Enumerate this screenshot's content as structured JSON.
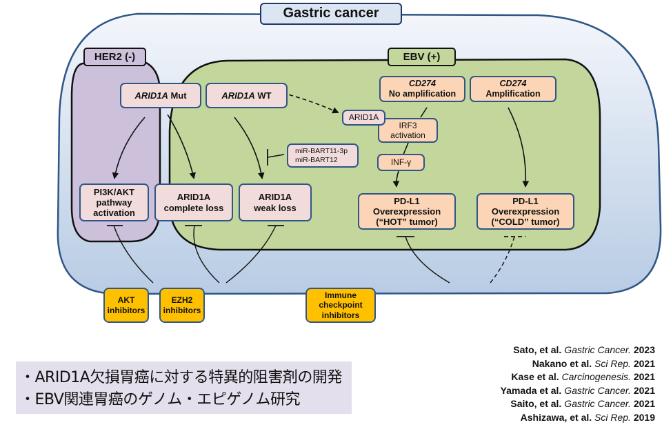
{
  "title": "Gastric cancer",
  "groups": {
    "her2": "HER2 (-)",
    "ebv": "EBV (+)"
  },
  "nodes": {
    "arid1a_mut": {
      "gene": "ARID1A",
      "suffix": " Mut"
    },
    "arid1a_wt": {
      "gene": "ARID1A",
      "suffix": " WT"
    },
    "pi3k": [
      "PI3K/AKT",
      "pathway",
      "activation"
    ],
    "complete_loss": [
      "ARID1A",
      "complete loss"
    ],
    "weak_loss": [
      "ARID1A",
      "weak loss"
    ],
    "mirna": [
      "miR-BART11-3p",
      "miR-BART12"
    ],
    "cd274_no_amp": {
      "gene": "CD274",
      "label": "No amplification"
    },
    "cd274_amp": {
      "gene": "CD274",
      "label": "Amplification"
    },
    "arid1a_small": "ARID1A",
    "irf3": [
      "IRF3",
      "activation"
    ],
    "inf": "INF-γ",
    "pdl1_hot": [
      "PD-L1",
      "Overexpression",
      "(“HOT” tumor)"
    ],
    "pdl1_cold": [
      "PD-L1",
      "Overexpression",
      "(“COLD” tumor)"
    ]
  },
  "inhibitors": {
    "akt": [
      "AKT",
      "inhibitors"
    ],
    "ezh2": [
      "EZH2",
      "inhibitors"
    ],
    "immune": [
      "Immune checkpoint",
      "inhibitors"
    ]
  },
  "summary": [
    "・ARID1A欠損胃癌に対する特異的阻害剤の開発",
    "・EBV関連胃癌のゲノム・エピゲノム研究"
  ],
  "references": [
    {
      "authors": "Sato, et al. ",
      "journal": "Gastric Cancer.",
      "year": " 2023"
    },
    {
      "authors": "Nakano et al. ",
      "journal": "Sci Rep.",
      "year": " 2021"
    },
    {
      "authors": "Kase et al. ",
      "journal": "Carcinogenesis.",
      "year": " 2021"
    },
    {
      "authors": "Yamada et al. ",
      "journal": "Gastric Cancer.",
      "year": " 2021"
    },
    {
      "authors": "Saito, et al. ",
      "journal": "Gastric Cancer.",
      "year": " 2021"
    },
    {
      "authors": "Ashizawa, et al. ",
      "journal": "Sci Rep.",
      "year": " 2019"
    }
  ],
  "colors": {
    "outer_fill": "#dce6f2",
    "outer_border": "#2f5686",
    "her2_fill": "#ccc0da",
    "ebv_fill": "#c3d69b",
    "pink_box": "#f2dcdb",
    "peach_box": "#fbd5b5",
    "inhibitor_box": "#ffc000",
    "summary_bg": "#e4dfec"
  }
}
